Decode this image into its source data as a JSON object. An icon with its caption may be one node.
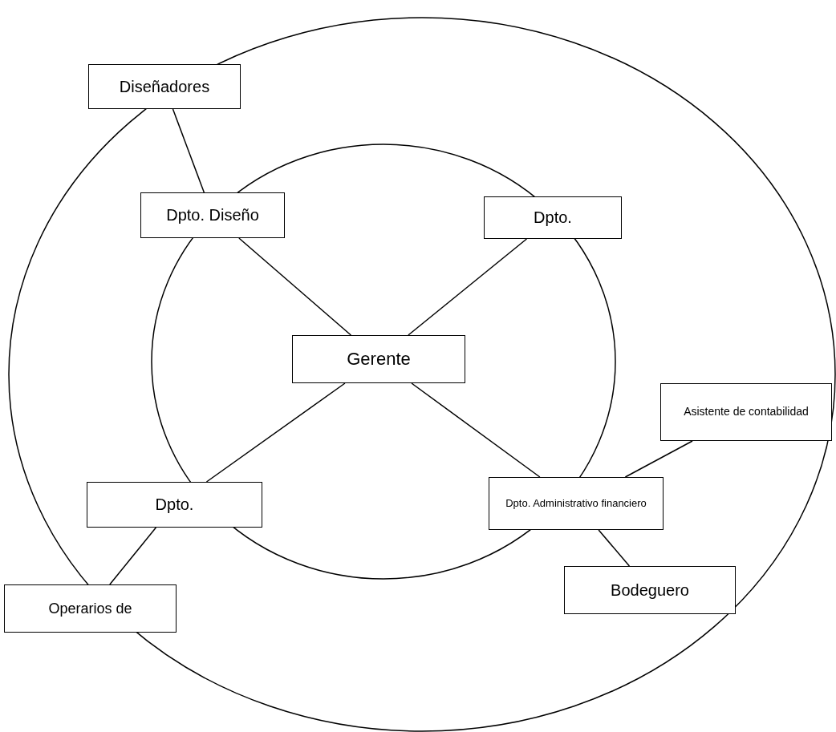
{
  "diagram": {
    "nodes": [
      {
        "text": [
          "Diseñadores"
        ]
      },
      {
        "text": [
          "Dpto. Diseño"
        ]
      },
      {
        "text": [
          "Dpto."
        ]
      },
      {
        "text": [
          "Gerente"
        ]
      },
      {
        "text": [
          "Asistente de contabilidad"
        ]
      },
      {
        "text": [
          "Dpto. Administrativo financiero"
        ]
      },
      {
        "text": [
          "Dpto."
        ]
      },
      {
        "text": [
          "Bodeguero"
        ]
      },
      {
        "text": [
          "Operarios de"
        ]
      }
    ],
    "edges": [
      {
        "from": 0,
        "to": 1,
        "arrow": "none"
      },
      {
        "from": 1,
        "to": 3,
        "arrow": "none"
      },
      {
        "from": 2,
        "to": 3,
        "arrow": "none"
      },
      {
        "from": 3,
        "to": 6,
        "arrow": "none"
      },
      {
        "from": 3,
        "to": 5,
        "arrow": "none"
      },
      {
        "from": 4,
        "to": 5,
        "arrow": "none"
      },
      {
        "from": 5,
        "to": 7,
        "arrow": "none"
      },
      {
        "from": 6,
        "to": 8,
        "arrow": "none"
      }
    ]
  }
}
